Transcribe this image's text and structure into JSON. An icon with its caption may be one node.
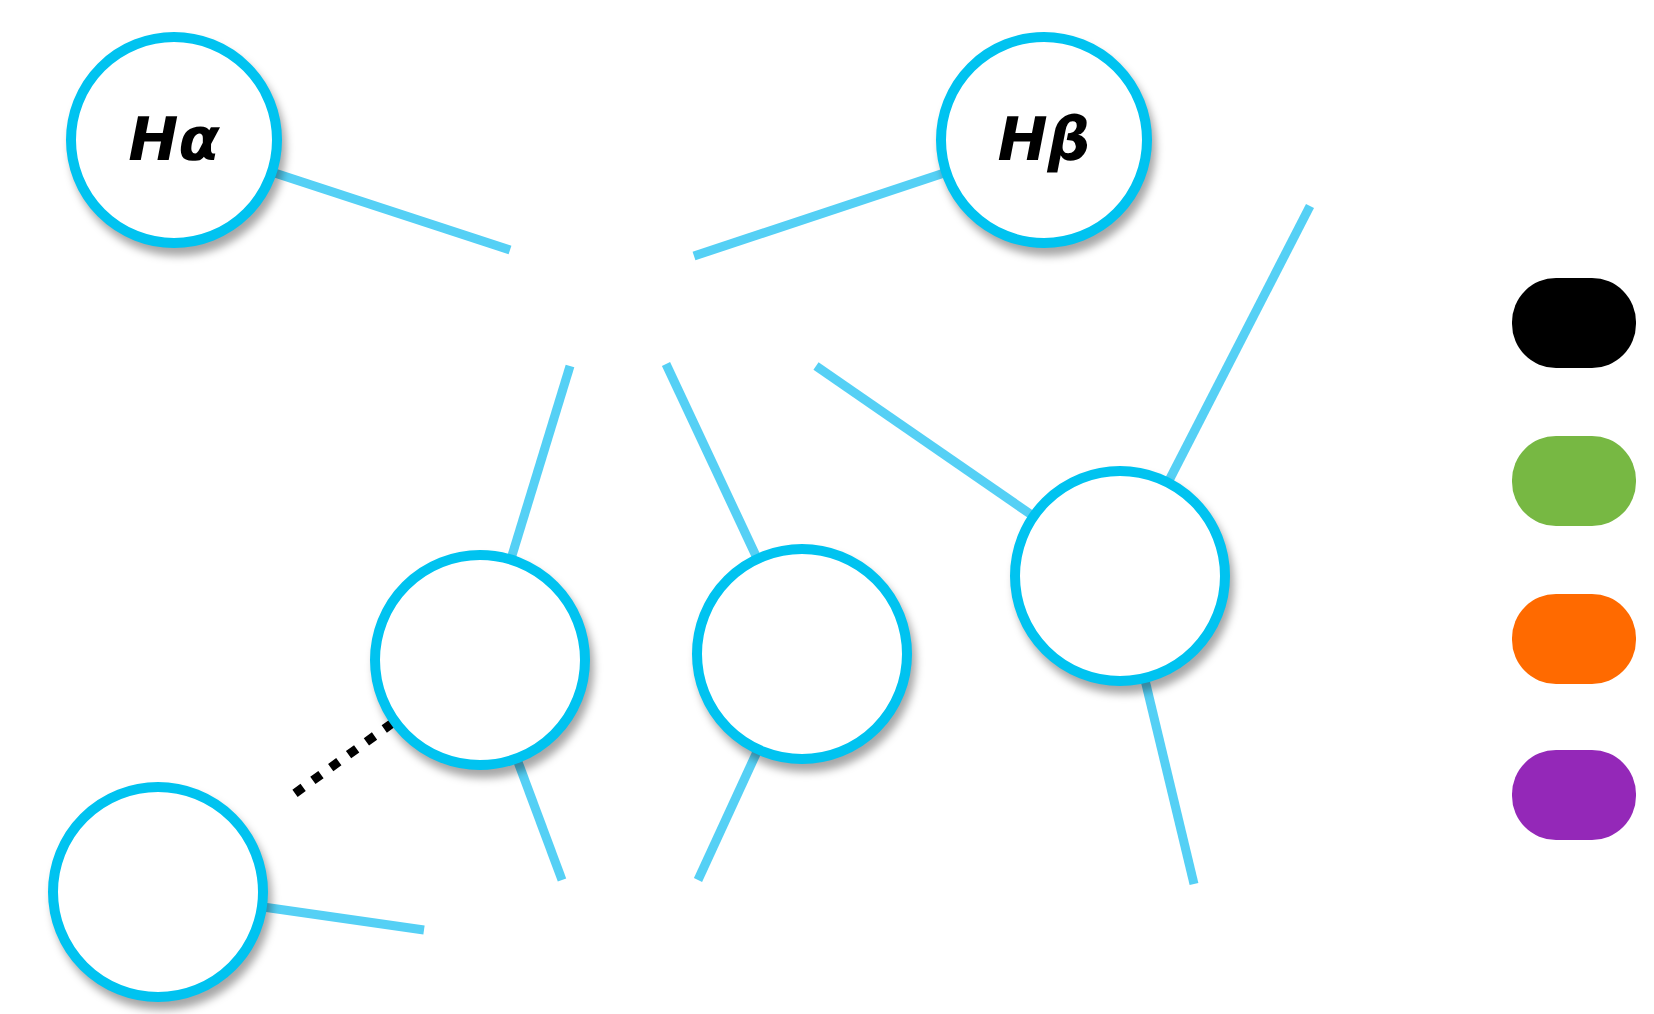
{
  "diagram": {
    "nodes": [
      {
        "text": [
          "Hα"
        ]
      },
      {
        "text": [
          "Hβ"
        ]
      },
      {
        "text": [],
        "shape": "circle"
      },
      {
        "text": [],
        "shape": "circle"
      },
      {
        "text": [],
        "shape": "circle"
      },
      {
        "text": [],
        "shape": "circle"
      },
      {
        "text": [],
        "shape": "pill"
      },
      {
        "text": [],
        "shape": "pill"
      },
      {
        "text": [],
        "shape": "pill"
      },
      {
        "text": [],
        "shape": "pill"
      }
    ],
    "edges": [
      {
        "from": 0,
        "to": null,
        "arrow": "none"
      },
      {
        "from": 1,
        "to": null,
        "arrow": "none"
      },
      {
        "from": 2,
        "to": null,
        "arrow": "none"
      },
      {
        "from": 3,
        "to": null,
        "arrow": "none"
      },
      {
        "from": 4,
        "to": null,
        "arrow": "none"
      },
      {
        "from": 4,
        "to": null,
        "arrow": "none"
      },
      {
        "from": 4,
        "to": null,
        "arrow": "none"
      },
      {
        "from": 2,
        "to": null,
        "arrow": "none"
      },
      {
        "from": 3,
        "to": null,
        "arrow": "none"
      },
      {
        "from": 5,
        "to": null,
        "arrow": "none"
      },
      {
        "from": 2,
        "to": 5,
        "arrow": "none",
        "style": "dashed",
        "color": "#000000"
      }
    ]
  }
}
